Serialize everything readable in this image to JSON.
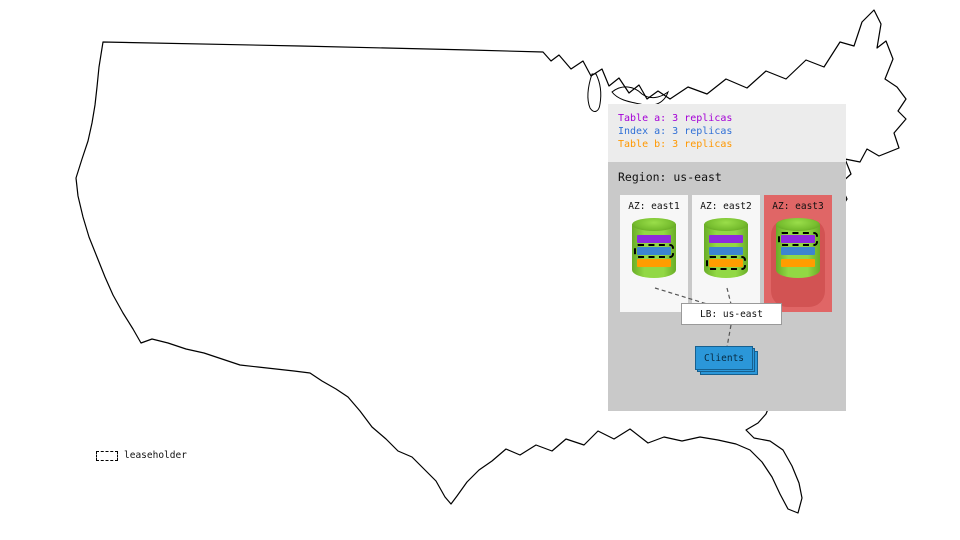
{
  "legend": {
    "items": [
      {
        "key": "table-a",
        "label": "Table a: 3 replicas",
        "color": "#a400d6"
      },
      {
        "key": "index-a",
        "label": "Index a: 3 replicas",
        "color": "#2f6fd6"
      },
      {
        "key": "table-b",
        "label": "Table b: 3 replicas",
        "color": "#ff9800"
      }
    ]
  },
  "region": {
    "label": "Region: us-east",
    "azs": [
      {
        "label": "AZ: east1",
        "highlighted": false,
        "leaseholder": "index-a"
      },
      {
        "label": "AZ: east2",
        "highlighted": false,
        "leaseholder": "table-b"
      },
      {
        "label": "AZ: east3",
        "highlighted": true,
        "leaseholder": "table-a"
      }
    ]
  },
  "lb": {
    "label": "LB: us-east"
  },
  "clients": {
    "label": "Clients"
  },
  "leaseholder_key": {
    "label": "leaseholder"
  },
  "colors": {
    "purple_replica": "#8e2add",
    "blue_replica": "#3d85d0",
    "orange_replica": "#ff9d00",
    "region_bg": "#c9c9c9",
    "legend_bg": "#ececec",
    "az_bg": "#f7f7f7",
    "az_down_bg": "#e06666",
    "cylinder_green": "#92d844",
    "clients_blue": "#2b97d9"
  }
}
